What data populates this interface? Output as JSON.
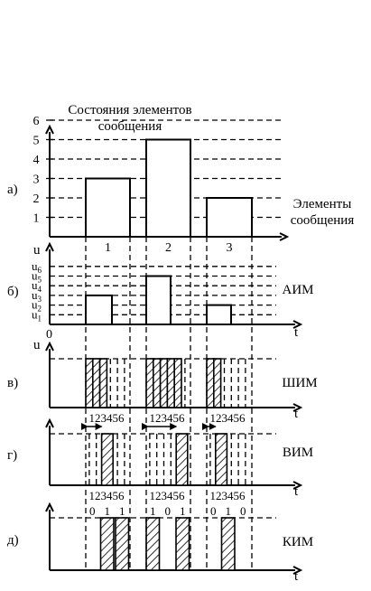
{
  "header": {
    "line1": "Состояния элементов",
    "line2": "сообщения"
  },
  "panels": {
    "a": {
      "label": "а)",
      "yticks": [
        "1",
        "2",
        "3",
        "4",
        "5",
        "6"
      ],
      "values": [
        3,
        5,
        2
      ],
      "element_labels": [
        "1",
        "2",
        "3"
      ],
      "side_label_1": "Элементы",
      "side_label_2": "сообщения"
    },
    "b": {
      "label": "б)",
      "axis_u": "u",
      "levels": [
        {
          "base": "u",
          "sub": "6"
        },
        {
          "base": "u",
          "sub": "5"
        },
        {
          "base": "u",
          "sub": "4"
        },
        {
          "base": "u",
          "sub": "3"
        },
        {
          "base": "u",
          "sub": "2"
        },
        {
          "base": "u",
          "sub": "1"
        }
      ],
      "values": [
        3,
        5,
        2
      ],
      "origin": "0",
      "axis_t": "t",
      "name": "АИМ"
    },
    "c": {
      "label": "в)",
      "axis_u": "u",
      "axis_t": "t",
      "name": "ШИМ",
      "slot_digits": "123456",
      "widths": [
        3,
        5,
        2
      ]
    },
    "d": {
      "label": "г)",
      "axis_t": "t",
      "name": "ВИМ",
      "slot_digits": "123456",
      "positions": [
        3,
        5,
        2
      ]
    },
    "e": {
      "label": "д)",
      "axis_t": "t",
      "name": "КИМ",
      "slot_digits": "123456",
      "codes": [
        [
          "0",
          "1",
          "1"
        ],
        [
          "1",
          "0",
          "1"
        ],
        [
          "0",
          "1",
          "0"
        ]
      ]
    }
  }
}
